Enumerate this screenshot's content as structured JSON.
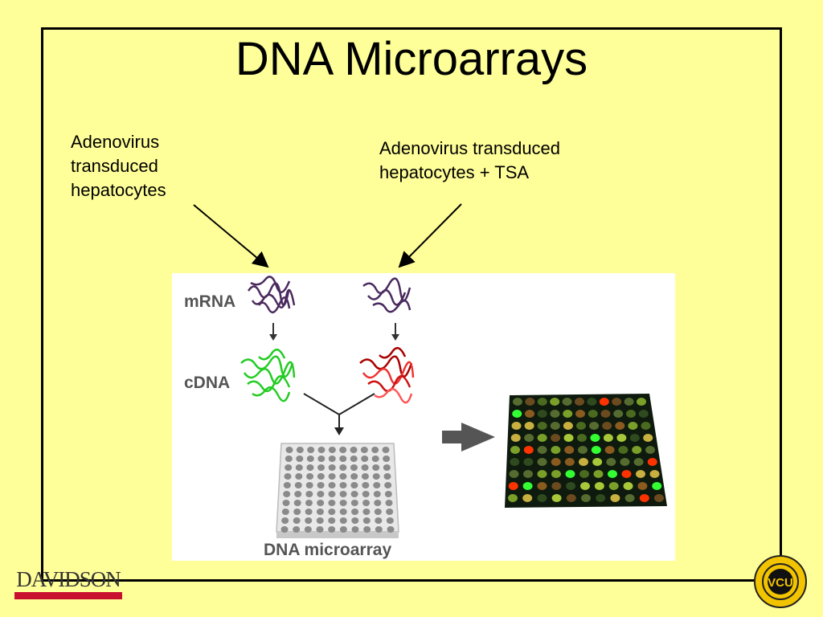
{
  "title": "DNA Microarrays",
  "labels": {
    "left": "Adenovirus\ntransduced\nhepatocytes",
    "right": "Adenovirus transduced\nhepatocytes + TSA"
  },
  "figure": {
    "mrna_label": "mRNA",
    "cdna_label": "cDNA",
    "microarray_label": "DNA microarray"
  },
  "logos": {
    "davidson": "DAVIDSON",
    "vcu": "VCU"
  },
  "colors": {
    "background": "#ffff99",
    "mrna": "#4a2a5e",
    "cdna_green": "#22cc22",
    "cdna_red": "#cc1111"
  }
}
